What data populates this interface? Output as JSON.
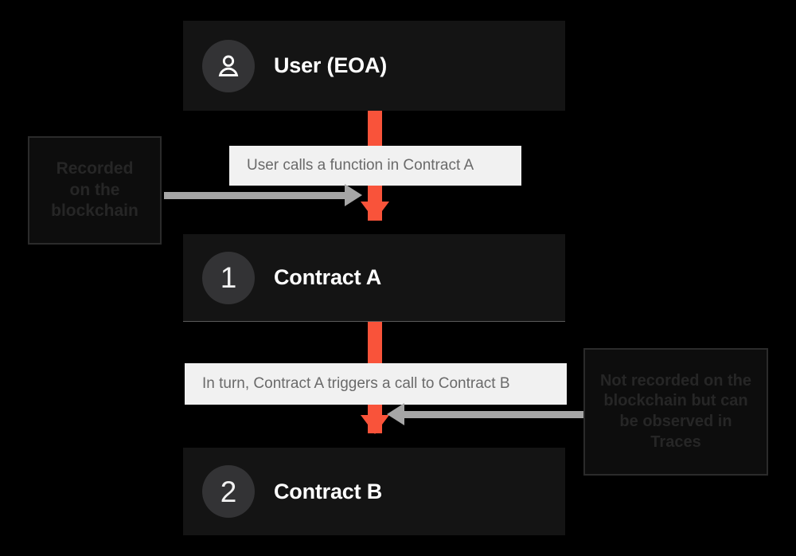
{
  "diagram": {
    "title": "Contract call flow recorded on the blockchain",
    "background_color": "#000000",
    "accent_color": "#f9533a",
    "node_color": "#141414",
    "chip_color": "#f1f1f1",
    "connector_color": "#a6a6a6"
  },
  "nodes": [
    {
      "id": "user",
      "icon": "person-icon",
      "badge": "",
      "label": "User (EOA)"
    },
    {
      "id": "contract_a",
      "icon": "number-badge",
      "badge": "1",
      "label": "Contract A"
    },
    {
      "id": "contract_b",
      "icon": "number-badge",
      "badge": "2",
      "label": "Contract B"
    }
  ],
  "messages": [
    {
      "id": "msg1",
      "text": "User calls a function in Contract A"
    },
    {
      "id": "msg2",
      "text": "In turn, Contract A triggers a call to Contract B"
    }
  ],
  "annotations": {
    "left": {
      "lines": [
        "Recorded",
        "on the",
        "blockchain"
      ],
      "pointer": "arrow-right"
    },
    "right": {
      "lines": [
        "Not recorded on the",
        "blockchain but can",
        "be observed in",
        "Traces"
      ],
      "pointer": "arrow-left"
    }
  }
}
